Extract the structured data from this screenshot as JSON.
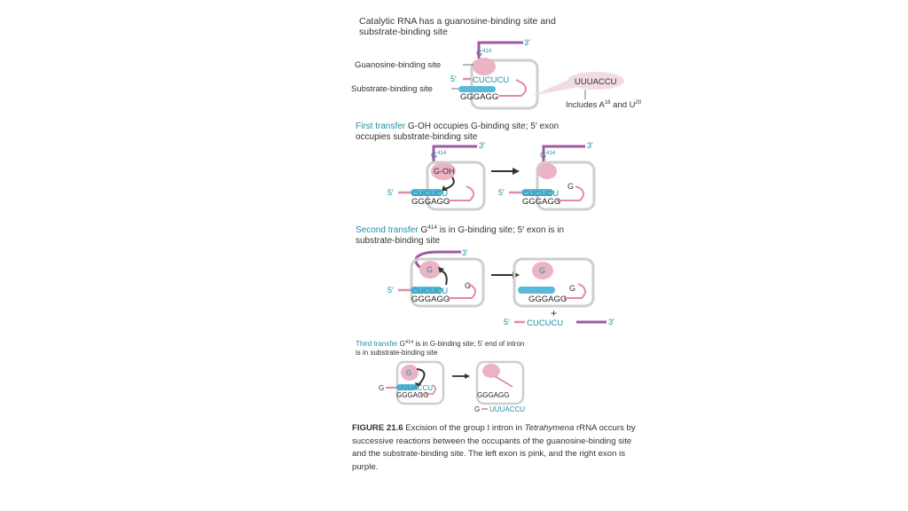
{
  "panel1": {
    "title_line1": "Catalytic RNA has a guanosine-binding site and",
    "title_line2": "substrate-binding site",
    "prime3": "3′",
    "g414_base": "G",
    "g414_sup": "414",
    "guanosine_label": "Guanosine-binding site",
    "substrate_label": "Substrate-binding site",
    "prime5": "5′",
    "seq_top": "CUCUCU",
    "seq_bottom": "GGGAGG",
    "callout_seq": "UUUACCU",
    "includes_text": "Includes A",
    "includes_sup1": "16",
    "includes_and": " and U",
    "includes_sup2": "20"
  },
  "panel2": {
    "title_hl": "First transfer",
    "title_rest1": " G-OH occupies G-binding site; 5′ exon",
    "title_line2": "occupies substrate-binding site",
    "g_oh": "G-OH",
    "prime3": "3′",
    "prime5": "5′",
    "g414_base": "G",
    "g414_sup": "414",
    "seq_top": "CUCUCU",
    "seq_bottom": "GGGAGG",
    "g": "G"
  },
  "panel3": {
    "title_hl": "Second transfer",
    "title_rest1a": " G",
    "title_sup": "414",
    "title_rest1b": " is in G-binding site; 5′ exon is in",
    "title_line2": "substrate-binding site",
    "prime3": "3′",
    "prime5": "5′",
    "g": "G",
    "seq_top": "CUCUCU",
    "seq_bottom": "GGGAGG",
    "plus": "+",
    "product_seq": "CUCUCU"
  },
  "panel4": {
    "title_hl": "Third transfer",
    "title_rest1a": " G",
    "title_sup": "414",
    "title_rest1b": "  is in G-binding site; 5′ end of intron",
    "title_line2": "is in substrate-binding site",
    "g": "G",
    "seq_top": "UUUACCU",
    "seq_bottom": "GGGAGG",
    "product_seq": "UUUACCU"
  },
  "caption": {
    "label": "FIGURE 21.6",
    "text1": " Excision of the group I intron in ",
    "species": "Tetrahymena",
    "text2": " rRNA occurs by successive reactions between the occupants of the guanosine-binding site and the substrate-binding site. The left exon is pink, and the right exon is purple."
  },
  "colors": {
    "teal": "#1f8fa8",
    "cyan_bar": "#5bb9d9",
    "pink": "#ecb3c6",
    "pink_line": "#e08aa8",
    "purple": "#a05aa0",
    "box": "#cfcfcf",
    "arrow": "#333333"
  }
}
